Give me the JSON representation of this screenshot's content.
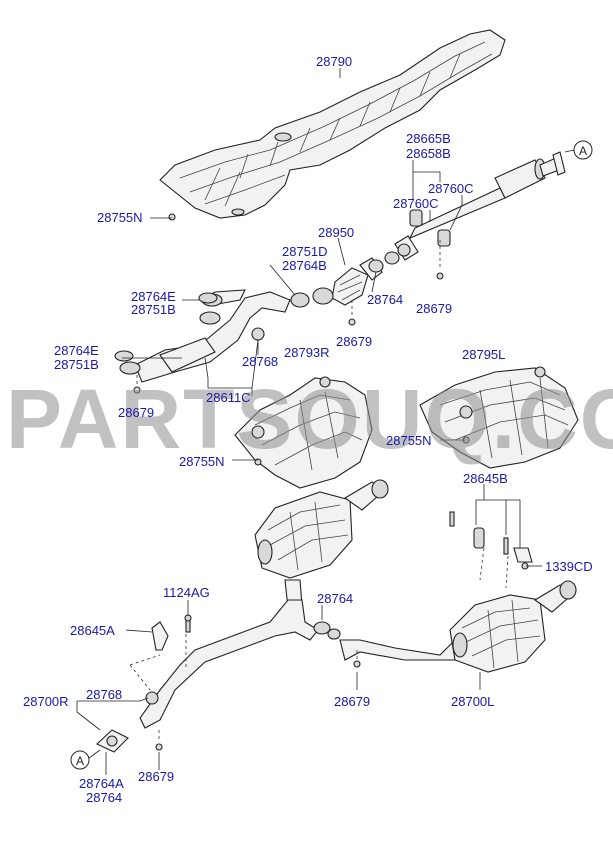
{
  "watermark": "PARTSOUQ.COM",
  "ref_marker": "A",
  "labels": {
    "p28790": "28790",
    "p28665B": "28665B",
    "p28658B": "28658B",
    "p28760C_a": "28760C",
    "p28760C_b": "28760C",
    "p28755N_top": "28755N",
    "p28950": "28950",
    "p28751D": "28751D",
    "p28764B": "28764B",
    "p28764E_a": "28764E",
    "p28751B_a": "28751B",
    "p28764_mid": "28764",
    "p28679_mid": "28679",
    "p28679_right": "28679",
    "p28764E_b": "28764E",
    "p28751B_b": "28751B",
    "p28768_mid": "28768",
    "p28793R": "28793R",
    "p28795L": "28795L",
    "p28679_left": "28679",
    "p28611C": "28611C",
    "p28755N_mid": "28755N",
    "p28755N_right": "28755N",
    "p28645B": "28645B",
    "p1339CD": "1339CD",
    "p1124AG": "1124AG",
    "p28645A": "28645A",
    "p28764_low": "28764",
    "p28768_low": "28768",
    "p28700R": "28700R",
    "p28679_low": "28679",
    "p28700L": "28700L",
    "p28764A": "28764A",
    "p28764_bottom": "28764",
    "p28679_bottom": "28679"
  }
}
